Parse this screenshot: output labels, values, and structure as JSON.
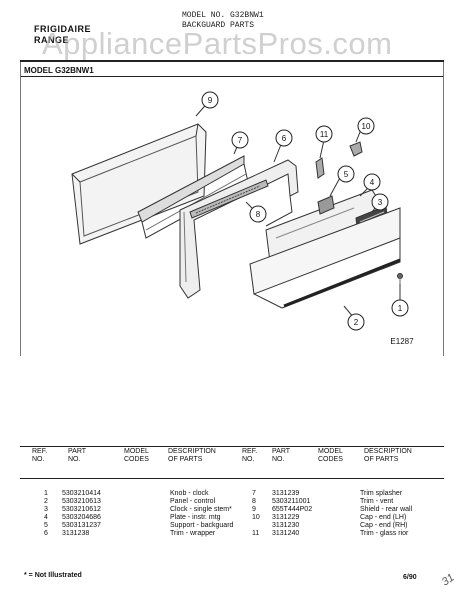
{
  "header": {
    "brand_line1": "FRIGIDAIRE",
    "brand_line2": "RANGE",
    "model_no": "MODEL NO. G32BNW1",
    "section": "BACKGUARD PARTS"
  },
  "watermark": "AppliancePartsPros.com",
  "model_label": "MODEL G32BNW1",
  "diagram": {
    "callouts": [
      "1",
      "2",
      "3",
      "4",
      "5",
      "6",
      "7",
      "8",
      "9",
      "10",
      "11"
    ],
    "figure_id": "E1287"
  },
  "table": {
    "headers": {
      "ref_no": "REF.\nNO.",
      "part_no": "PART\nNO.",
      "model_codes": "MODEL\nCODES",
      "description": "DESCRIPTION\nOF PARTS"
    },
    "left": [
      {
        "ref": "1",
        "part": "5303210414",
        "desc": "Knob - clock"
      },
      {
        "ref": "2",
        "part": "5303210613",
        "desc": "Panel - control"
      },
      {
        "ref": "3",
        "part": "5303210612",
        "desc": "Clock - single stem*"
      },
      {
        "ref": "4",
        "part": "5303204686",
        "desc": "Plate - instr. mtg"
      },
      {
        "ref": "5",
        "part": "5303131237",
        "desc": "Support - backguard"
      },
      {
        "ref": "6",
        "part": "3131238",
        "desc": "Trim - wrapper"
      }
    ],
    "right": [
      {
        "ref": "7",
        "part": "3131239",
        "desc": "Trim splasher"
      },
      {
        "ref": "8",
        "part": "5303211001",
        "desc": "Trim - vent"
      },
      {
        "ref": "9",
        "part": "655T444P02",
        "desc": "Shield - rear wall"
      },
      {
        "ref": "10",
        "part": "3131229",
        "desc": "Cap - end (LH)"
      },
      {
        "ref": "",
        "part": "3131230",
        "desc": "Cap - end (RH)"
      },
      {
        "ref": "11",
        "part": "3131240",
        "desc": "Trim - glass rior"
      }
    ]
  },
  "footer": {
    "note": "* = Not Illustrated",
    "date": "6/90",
    "corner_mark": "31"
  }
}
